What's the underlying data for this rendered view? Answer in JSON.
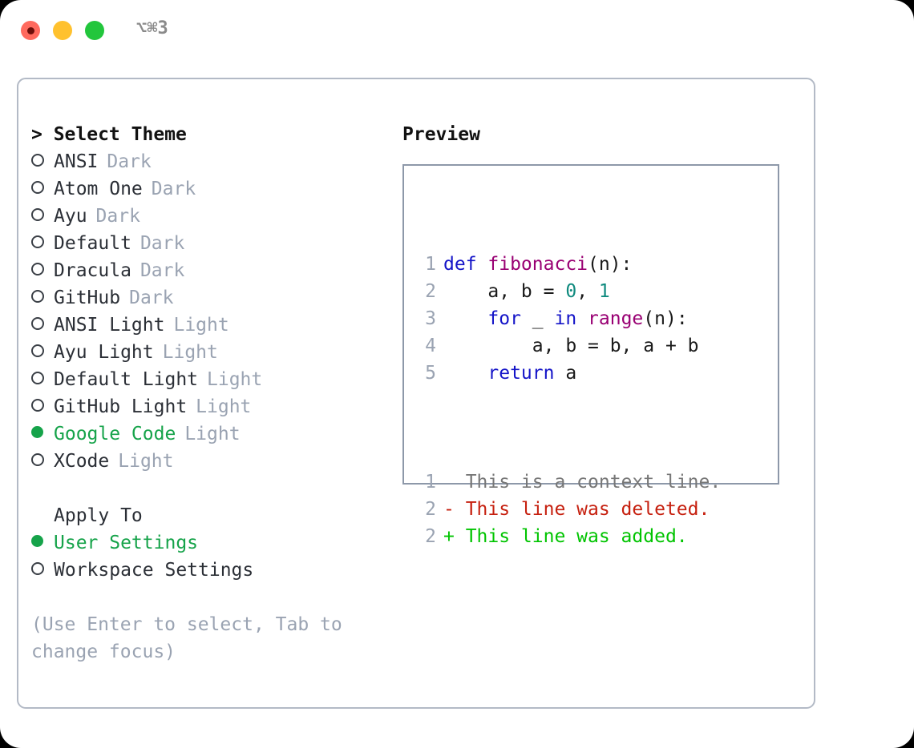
{
  "titlebar": {
    "shortcut": "⌥⌘3",
    "lights": [
      {
        "name": "close",
        "color": "#ff6a5e"
      },
      {
        "name": "minimize",
        "color": "#ffc12e"
      },
      {
        "name": "maximize",
        "color": "#22c63c"
      }
    ]
  },
  "colors": {
    "accent_green": "#16a34a",
    "muted": "#9aa3b2",
    "text": "#2b2f36",
    "border": "#b3bac6",
    "preview_border": "#8d98a9",
    "diff_add": "#00c400",
    "diff_del": "#c6200f",
    "keyword": "#1414c8",
    "function": "#990073",
    "number": "#0f8a7e"
  },
  "theme_panel": {
    "heading": "> Select Theme",
    "themes": [
      {
        "marker": "o",
        "name": "ANSI",
        "kind": "Dark",
        "selected": false
      },
      {
        "marker": "o",
        "name": "Atom One",
        "kind": "Dark",
        "selected": false
      },
      {
        "marker": "o",
        "name": "Ayu",
        "kind": "Dark",
        "selected": false
      },
      {
        "marker": "o",
        "name": "Default",
        "kind": "Dark",
        "selected": false
      },
      {
        "marker": "o",
        "name": "Dracula",
        "kind": "Dark",
        "selected": false
      },
      {
        "marker": "o",
        "name": "GitHub",
        "kind": "Dark",
        "selected": false
      },
      {
        "marker": "o",
        "name": "ANSI Light",
        "kind": "Light",
        "selected": false
      },
      {
        "marker": "o",
        "name": "Ayu Light",
        "kind": "Light",
        "selected": false
      },
      {
        "marker": "o",
        "name": "Default Light",
        "kind": "Light",
        "selected": false
      },
      {
        "marker": "o",
        "name": "GitHub Light",
        "kind": "Light",
        "selected": false
      },
      {
        "marker": "●",
        "name": "Google Code",
        "kind": "Light",
        "selected": true
      },
      {
        "marker": "o",
        "name": "XCode",
        "kind": "Light",
        "selected": false
      }
    ]
  },
  "apply_to": {
    "title": "Apply To",
    "options": [
      {
        "marker": "●",
        "name": "User Settings",
        "selected": true
      },
      {
        "marker": "o",
        "name": "Workspace Settings",
        "selected": false
      }
    ]
  },
  "hint": "(Use Enter to select, Tab to change focus)",
  "preview": {
    "heading": "Preview",
    "code_lines": [
      {
        "number": "1",
        "tokens": [
          {
            "text": "def ",
            "type": "kw"
          },
          {
            "text": "fibonacci",
            "type": "fn"
          },
          {
            "text": "(n):",
            "type": "plain"
          }
        ]
      },
      {
        "number": "2",
        "tokens": [
          {
            "text": "    a, b = ",
            "type": "plain"
          },
          {
            "text": "0",
            "type": "num"
          },
          {
            "text": ", ",
            "type": "plain"
          },
          {
            "text": "1",
            "type": "num"
          }
        ]
      },
      {
        "number": "3",
        "tokens": [
          {
            "text": "    ",
            "type": "plain"
          },
          {
            "text": "for",
            "type": "kw"
          },
          {
            "text": " _ ",
            "type": "plain"
          },
          {
            "text": "in",
            "type": "kw"
          },
          {
            "text": " ",
            "type": "plain"
          },
          {
            "text": "range",
            "type": "fn"
          },
          {
            "text": "(n):",
            "type": "plain"
          }
        ]
      },
      {
        "number": "4",
        "tokens": [
          {
            "text": "        a, b = b, a + b",
            "type": "plain"
          }
        ]
      },
      {
        "number": "5",
        "tokens": [
          {
            "text": "    ",
            "type": "plain"
          },
          {
            "text": "return",
            "type": "kw"
          },
          {
            "text": " a",
            "type": "plain"
          }
        ]
      }
    ],
    "diff_lines": [
      {
        "number": "1",
        "sign": "  ",
        "text": "This is a context line.",
        "type": "ctx"
      },
      {
        "number": "2",
        "sign": "- ",
        "text": "This line was deleted.",
        "type": "del"
      },
      {
        "number": "2",
        "sign": "+ ",
        "text": "This line was added.",
        "type": "add"
      }
    ]
  }
}
